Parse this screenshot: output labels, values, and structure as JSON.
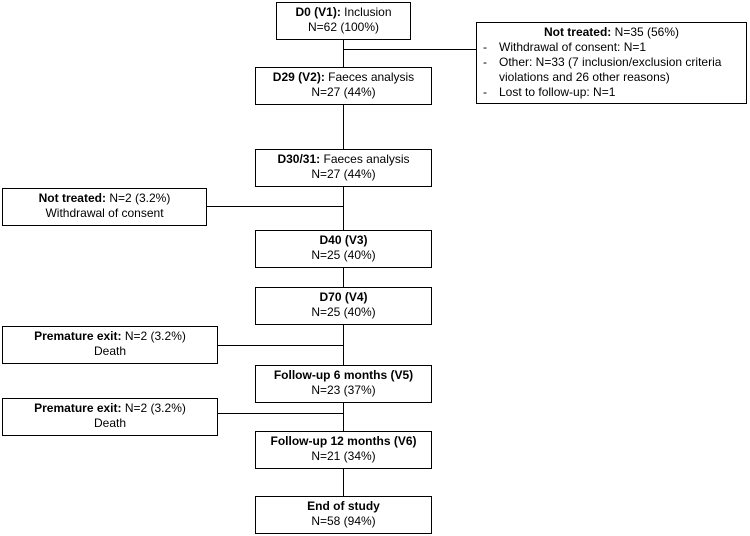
{
  "main_boxes": [
    {
      "id": "d0",
      "label": "D0 (V1):",
      "text": " Inclusion",
      "count": "N=62 (100%)"
    },
    {
      "id": "d29",
      "label": "D29 (V2):",
      "text": " Faeces analysis",
      "count": "N=27 (44%)"
    },
    {
      "id": "d30",
      "label": "D30/31:",
      "text": " Faeces analysis",
      "count": "N=27 (44%)"
    },
    {
      "id": "d40",
      "label": "D40 (V3)",
      "text": "",
      "count": "N=25 (40%)"
    },
    {
      "id": "d70",
      "label": "D70 (V4)",
      "text": "",
      "count": "N=25 (40%)"
    },
    {
      "id": "fu6",
      "label": "Follow-up 6 months (V5)",
      "text": "",
      "count": "N=23 (37%)"
    },
    {
      "id": "fu12",
      "label": "Follow-up 12 months (V6)",
      "text": "",
      "count": "N=21 (34%)"
    },
    {
      "id": "end",
      "label": "End of study",
      "text": "",
      "count": "N=58 (94%)"
    }
  ],
  "side_boxes": {
    "not_treated_1": {
      "label": "Not treated:",
      "value": " N=35 (56%)",
      "items": [
        {
          "text": "Withdrawal of consent: N=1",
          "cont": ""
        },
        {
          "text": "Other: N=33 (7 inclusion/exclusion criteria",
          "cont": "violations and 26 other reasons)"
        },
        {
          "text": "Lost to follow-up: N=1",
          "cont": ""
        }
      ]
    },
    "not_treated_2": {
      "label": "Not treated:",
      "value": " N=2 (3.2%)",
      "detail": "Withdrawal of consent"
    },
    "premature_1": {
      "label": "Premature exit:",
      "value": " N=2 (3.2%)",
      "detail": "Death"
    },
    "premature_2": {
      "label": "Premature exit:",
      "value": " N=2 (3.2%)",
      "detail": "Death"
    }
  }
}
